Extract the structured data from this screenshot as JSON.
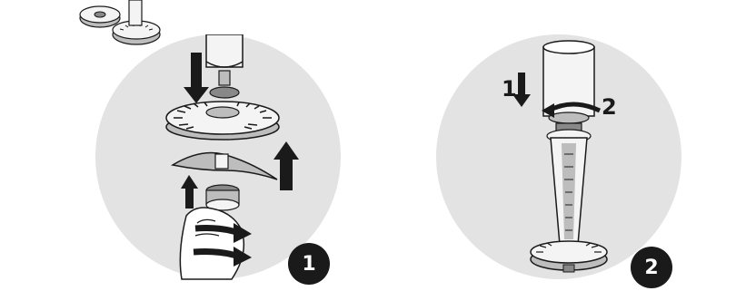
{
  "steps": [
    {
      "number": "1"
    },
    {
      "number": "2",
      "labels": {
        "down": "1",
        "twist": "2"
      }
    }
  ],
  "icons": {
    "thumbnail": "assembled-thumbnail-icon",
    "step1": [
      "down-arrow-icon",
      "up-arrow-icon",
      "rotate-arrow-icon"
    ],
    "step2": [
      "down-arrow-icon",
      "rotate-arrow-icon"
    ]
  },
  "colors": {
    "circle_bg": "#e3e3e3",
    "ink": "#1a1a1a",
    "part_light": "#f4f4f4",
    "part_mid": "#bdbdbd"
  }
}
